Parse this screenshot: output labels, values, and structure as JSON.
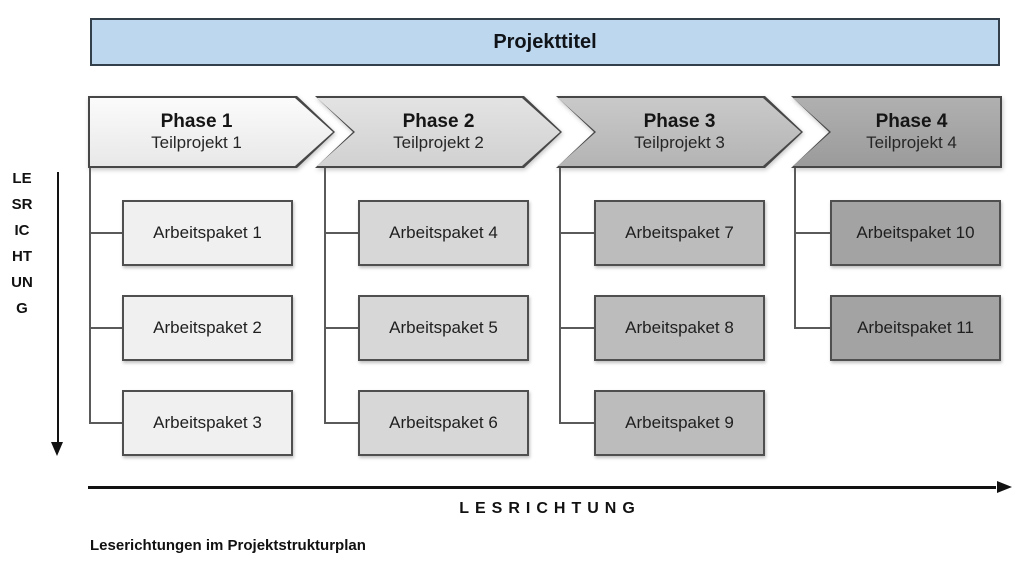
{
  "banner": {
    "title": "Projekttitel",
    "fill": "#bdd7ee"
  },
  "left_axis": {
    "word": "LESRICHTUNG"
  },
  "bottom_axis": {
    "word": "LESRICHTUNG"
  },
  "caption": "Leserichtungen im Projektstrukturplan",
  "colors": {
    "phase1": "#f2f2f2",
    "phase2": "#d9d9d9",
    "phase3": "#bfbfbf",
    "phase4": "#a6a6a6",
    "outline": "#474747"
  },
  "phases": [
    {
      "name": "Phase 1",
      "subtitle": "Teilprojekt 1",
      "box_fill": "#f0f0f0",
      "work_packages": [
        "Arbeitspaket 1",
        "Arbeitspaket 2",
        "Arbeitspaket 3"
      ]
    },
    {
      "name": "Phase 2",
      "subtitle": "Teilprojekt 2",
      "box_fill": "#d7d7d7",
      "work_packages": [
        "Arbeitspaket 4",
        "Arbeitspaket 5",
        "Arbeitspaket 6"
      ]
    },
    {
      "name": "Phase 3",
      "subtitle": "Teilprojekt 3",
      "box_fill": "#bcbcbc",
      "work_packages": [
        "Arbeitspaket 7",
        "Arbeitspaket 8",
        "Arbeitspaket 9"
      ]
    },
    {
      "name": "Phase 4",
      "subtitle": "Teilprojekt 4",
      "box_fill": "#a3a3a3",
      "work_packages": [
        "Arbeitspaket 10",
        "Arbeitspaket 11"
      ]
    }
  ]
}
